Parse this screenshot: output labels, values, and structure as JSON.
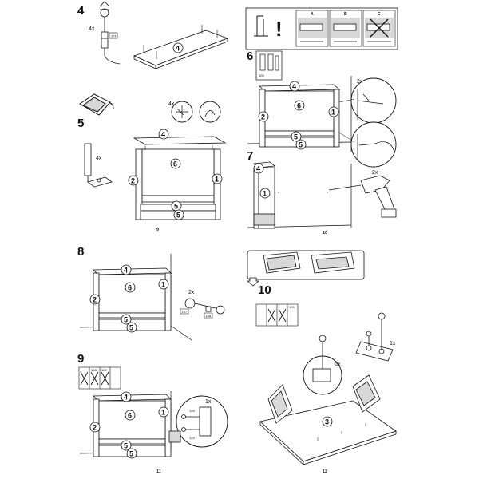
{
  "steps": {
    "s4": "4",
    "s5": "5",
    "s6": "6",
    "s7": "7",
    "s8": "8",
    "s9": "9",
    "s10": "10"
  },
  "parts": {
    "p1": "1",
    "p2": "2",
    "p3": "3",
    "p4": "4",
    "p5": "5",
    "p6": "6"
  },
  "quantities": {
    "q4x": "4x",
    "q2x": "2x",
    "q6x": "6x",
    "q1x": "1x"
  },
  "page_numbers": {
    "left_top": "9",
    "right_top": "10",
    "left_bottom": "11",
    "right_bottom": "12"
  },
  "warning_panel": {
    "col_a": "A",
    "col_b": "B",
    "col_c": "C"
  },
  "hardware_codes": {
    "c101": "101",
    "c105": "105",
    "c107": "107",
    "c108": "108",
    "c109": "109",
    "c128": "128",
    "c129": "129"
  },
  "colors": {
    "ink": "#111111",
    "background": "#ffffff",
    "tint": "#d8d8d8"
  }
}
